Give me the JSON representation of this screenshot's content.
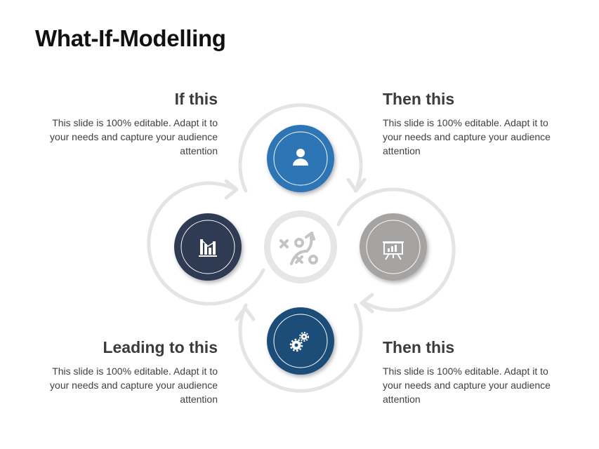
{
  "title": "What-If-Modelling",
  "steps": [
    {
      "heading": "If this",
      "text": "This slide is 100% editable. Adapt it to your needs and capture your audience attention",
      "icon": "bar-chart-icon",
      "color": "#2e3a52"
    },
    {
      "heading": "Then this",
      "text": "This slide is 100% editable. Adapt it to your needs and capture your audience attention",
      "icon": "user-icon",
      "color": "#2e75b6"
    },
    {
      "heading": "Then  this",
      "text": "This slide is 100% editable. Adapt it to your needs and capture your audience attention",
      "icon": "presentation-board-icon",
      "color": "#a6a4a3"
    },
    {
      "heading": "Leading to this",
      "text": "This slide is 100% editable. Adapt it to your needs and capture your audience attention",
      "icon": "gears-icon",
      "color": "#1f4e79"
    }
  ],
  "center": {
    "icon": "strategy-icon"
  }
}
